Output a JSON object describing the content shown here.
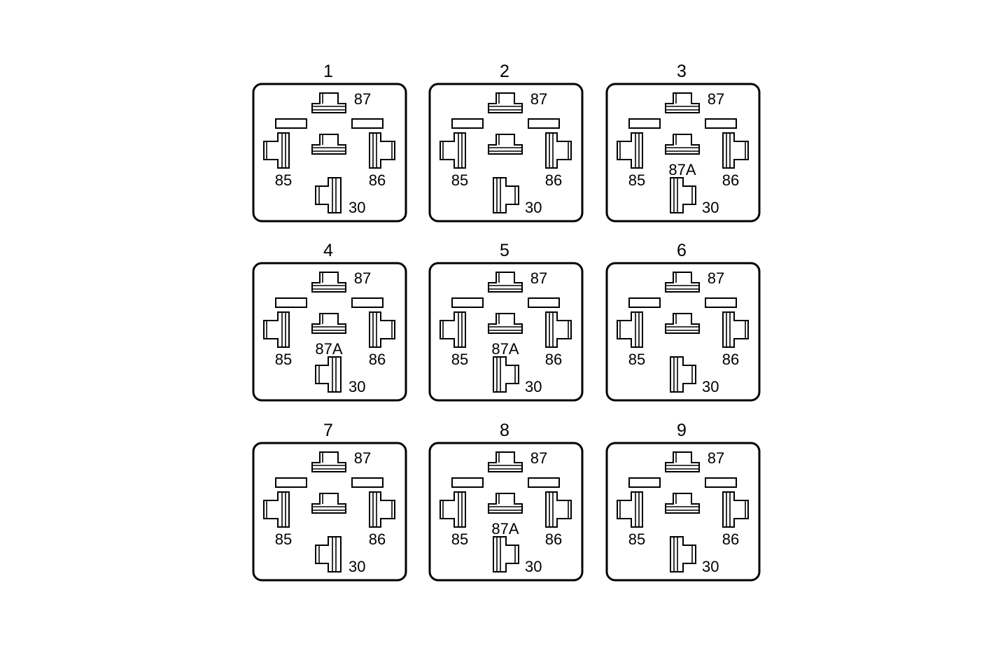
{
  "diagram": {
    "relays": [
      {
        "number": "1",
        "t87": "87",
        "t85": "85",
        "t86": "86",
        "t87a": "",
        "t30": "30",
        "variant": "a"
      },
      {
        "number": "4",
        "t87": "87",
        "t85": "85",
        "t86": "86",
        "t87a": "87A",
        "t30": "30",
        "variant": "a"
      },
      {
        "number": "7",
        "t87": "87",
        "t85": "85",
        "t86": "86",
        "t87a": "",
        "t30": "30",
        "variant": "a"
      },
      {
        "number": "2",
        "t87": "87",
        "t85": "85",
        "t86": "86",
        "t87a": "",
        "t30": "30",
        "variant": "b"
      },
      {
        "number": "5",
        "t87": "87",
        "t85": "85",
        "t86": "86",
        "t87a": "87A",
        "t30": "30",
        "variant": "b"
      },
      {
        "number": "8",
        "t87": "87",
        "t85": "85",
        "t86": "86",
        "t87a": "87A",
        "t30": "30",
        "variant": "b"
      },
      {
        "number": "3",
        "t87": "87",
        "t85": "85",
        "t86": "86",
        "t87a": "87A",
        "t30": "30",
        "variant": "b"
      },
      {
        "number": "6",
        "t87": "87",
        "t85": "85",
        "t86": "86",
        "t87a": "",
        "t30": "30",
        "variant": "b"
      },
      {
        "number": "9",
        "t87": "87",
        "t85": "85",
        "t86": "86",
        "t87a": "",
        "t30": "30",
        "variant": "b"
      }
    ]
  }
}
